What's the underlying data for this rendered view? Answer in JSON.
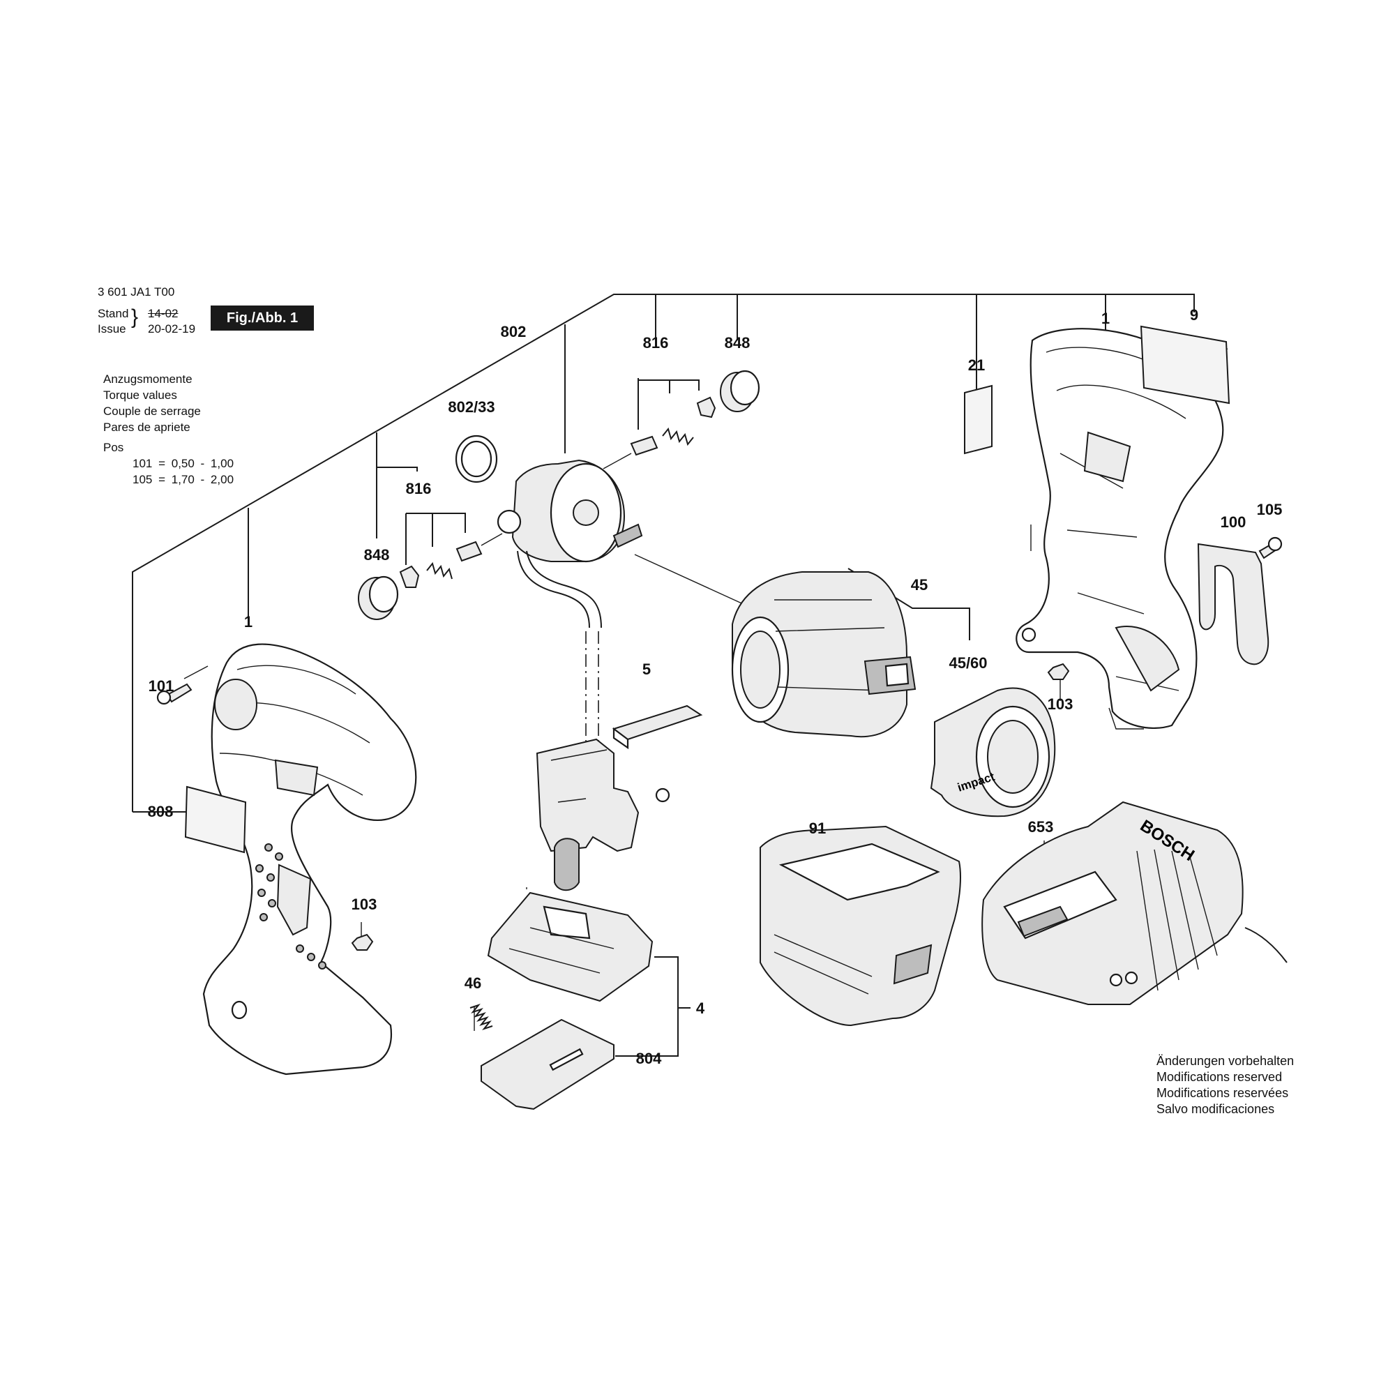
{
  "header": {
    "doc_number": "3 601 JA1 T00",
    "stand_label": "Stand",
    "issue_label": "Issue",
    "stand_date": "14-02",
    "issue_date": "20-02-19",
    "fig_label": "Fig./Abb. 1"
  },
  "torque": {
    "lines": [
      "Anzugsmomente",
      "Torque values",
      "Couple de serrage",
      "Pares de apriete"
    ],
    "pos_label": "Pos",
    "rows": [
      "101 = 0,50 - 1,00",
      "105 = 1,70 - 2,00"
    ]
  },
  "notes": {
    "lines": [
      "Änderungen vorbehalten",
      "Modifications reserved",
      "Modifications reservées",
      "Salvo modificaciones"
    ]
  },
  "callouts": {
    "c802": "802",
    "c816_top": "816",
    "c848_top": "848",
    "c21": "21",
    "c1_right": "1",
    "c9": "9",
    "c802_33": "802/33",
    "c816_left": "816",
    "c848_left": "848",
    "c105": "105",
    "c100": "100",
    "c45": "45",
    "c45_60": "45/60",
    "c1_left": "1",
    "c101": "101",
    "c5": "5",
    "c103_right": "103",
    "c808": "808",
    "c91": "91",
    "c653": "653",
    "c103_left": "103",
    "c46": "46",
    "c4": "4",
    "c804": "804"
  },
  "brand": {
    "charger_brand": "BOSCH",
    "impact_text": "impact"
  }
}
